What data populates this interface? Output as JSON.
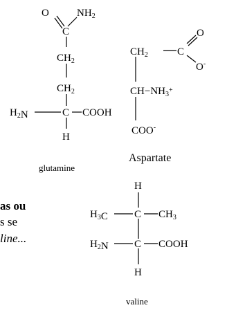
{
  "structures": {
    "glutamine": {
      "caption": "glutamine",
      "groups": {
        "o": "O",
        "nh2": "NH2",
        "c_top": "C",
        "ch2_1": "CH2",
        "ch2_2": "CH2",
        "h2n": "H2N",
        "c_alpha": "C",
        "cooh": "COOH",
        "h": "H"
      }
    },
    "aspartate": {
      "caption": "Aspartate",
      "groups": {
        "ch2": "CH2",
        "c": "C",
        "o_top": "O",
        "o_minus": "O-",
        "ch_nh3": "CH-NH3+",
        "coo": "COO-"
      }
    },
    "valine": {
      "caption": "valine",
      "groups": {
        "h_top": "H",
        "h3c": "H3C",
        "c_upper": "C",
        "ch3": "CH3",
        "h2n": "H2N",
        "c_lower": "C",
        "cooh": "COOH",
        "h_bottom": "H"
      }
    }
  },
  "cut_text": {
    "line1": "as ou",
    "line2": "s se",
    "line3": "line..."
  }
}
